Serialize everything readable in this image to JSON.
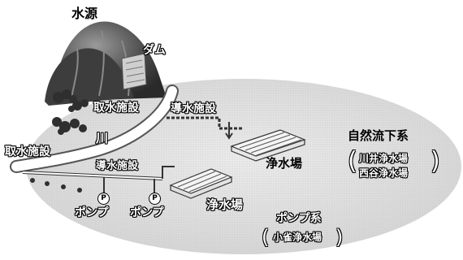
{
  "labels": {
    "water_source": "水源",
    "dam": "ダム",
    "intake_upper": "取水施設",
    "conveyance_upper": "導水施設",
    "river": "川",
    "intake_lower": "取水施設",
    "conveyance_lower": "導水施設",
    "purification_plant_gravity": "浄水場",
    "purification_plant_pump": "浄水場",
    "gravity_system": "自然流下系",
    "gravity_plant_1": "川井浄水場",
    "gravity_plant_2": "西谷浄水場",
    "pump_1": "ポンプ",
    "pump_2": "ポンプ",
    "pump_system": "ポンプ系",
    "pump_plant": "小雀浄水場",
    "pump_marker_1": "P",
    "pump_marker_2": "P"
  },
  "colors": {
    "ellipse_fill": "#e6e6e6",
    "mountain": "#5a5a5a",
    "river": "#ffffff",
    "ink": "#000000"
  }
}
